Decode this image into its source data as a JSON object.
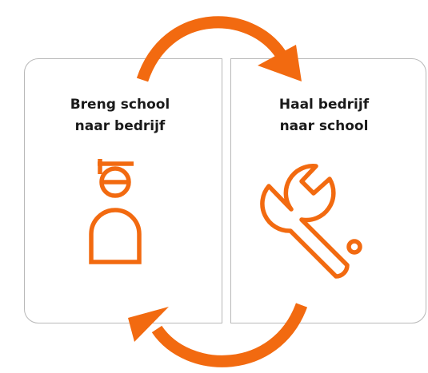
{
  "colors": {
    "accent": "#f26a10",
    "border": "#b8b8b8",
    "text": "#1a1a1a"
  },
  "left_panel": {
    "title_lines": [
      "Breng school",
      "naar bedrijf"
    ],
    "icon": "graduate-person-icon"
  },
  "right_panel": {
    "title_lines": [
      "Haal bedrijf",
      "naar school"
    ],
    "icon": "wrench-icon"
  },
  "arrows": [
    "cycle-arrow-top-icon",
    "cycle-arrow-bottom-icon"
  ]
}
